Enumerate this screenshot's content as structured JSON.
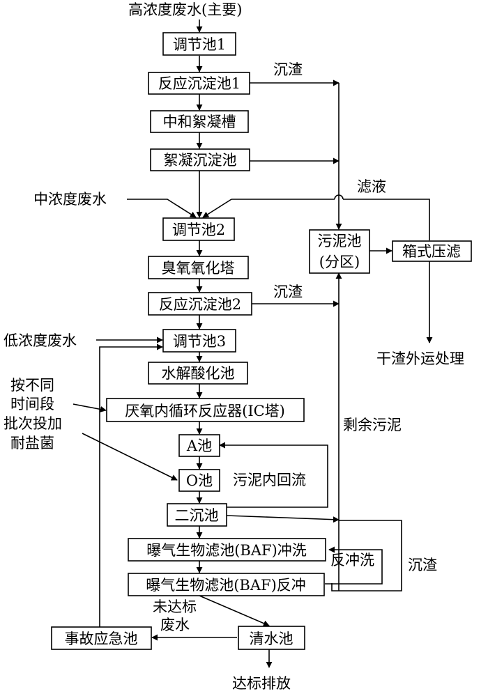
{
  "title": "高浓度废水(主要)",
  "boxes": {
    "tjc1": "调节池1",
    "fycdc1": "反应沉淀池1",
    "zhxnc": "中和絮凝槽",
    "xncdc": "絮凝沉淀池",
    "tjc2": "调节池2",
    "cyyht": "臭氧氧化塔",
    "fycdc2": "反应沉淀池2",
    "tjc3": "调节池3",
    "sjshc": "水解酸化池",
    "ic": "厌氧内循环反应器(IC塔)",
    "a": "A池",
    "o": "O池",
    "ecc": "二沉池",
    "baf_wash": "曝气生物滤池(BAF)冲洗",
    "baf_back": "曝气生物滤池(BAF)反冲",
    "sgyjc": "事故应急池",
    "qsc": "清水池",
    "wnc_1": "污泥池",
    "wnc_2": "(分区)",
    "xsyl": "箱式压滤"
  },
  "labels": {
    "mid_waste": "中浓度废水",
    "low_waste": "低浓度废水",
    "slag1": "沉渣",
    "slag2": "沉渣",
    "slag3": "沉渣",
    "filtrate": "滤液",
    "dry_slag": "干渣外运处理",
    "residual_sludge": "剩余污泥",
    "sludge_return": "污泥内回流",
    "backwash": "反冲洗",
    "bacteria": [
      "按不同",
      "时间段",
      "批次投加",
      "耐盐菌"
    ],
    "unqualified": [
      "未达标",
      "废水"
    ],
    "discharge": "达标排放"
  }
}
